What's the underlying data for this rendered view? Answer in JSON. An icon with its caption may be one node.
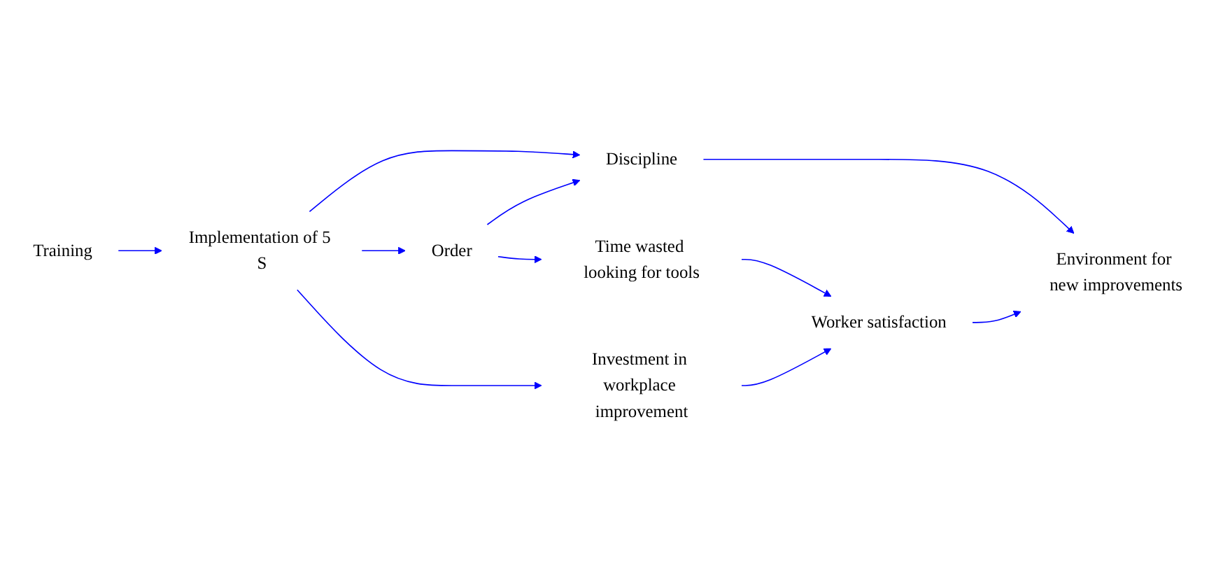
{
  "diagram": {
    "nodes": [
      {
        "text": [
          "Training"
        ]
      },
      {
        "text": [
          "Implementation of 5 S"
        ]
      },
      {
        "text": [
          "Discipline"
        ]
      },
      {
        "text": [
          "Order"
        ]
      },
      {
        "text": [
          "Time wasted looking for tools"
        ]
      },
      {
        "text": [
          "Environment for new improvements"
        ]
      },
      {
        "text": [
          "Investment in workplace improvement"
        ]
      },
      {
        "text": [
          "Worker satisfaction"
        ]
      }
    ],
    "edges": [
      {
        "from": 0,
        "to": 1,
        "arrow": "to"
      },
      {
        "from": 1,
        "to": 2,
        "arrow": "to"
      },
      {
        "from": 1,
        "to": 3,
        "arrow": "to"
      },
      {
        "from": 3,
        "to": 2,
        "arrow": "to"
      },
      {
        "from": 3,
        "to": 4,
        "arrow": "to"
      },
      {
        "from": 1,
        "to": 6,
        "arrow": "to"
      },
      {
        "from": 6,
        "to": 7,
        "arrow": "to"
      },
      {
        "from": 4,
        "to": 7,
        "arrow": "to"
      },
      {
        "from": 2,
        "to": 5,
        "arrow": "to"
      },
      {
        "from": 7,
        "to": 5,
        "arrow": "to"
      }
    ]
  }
}
